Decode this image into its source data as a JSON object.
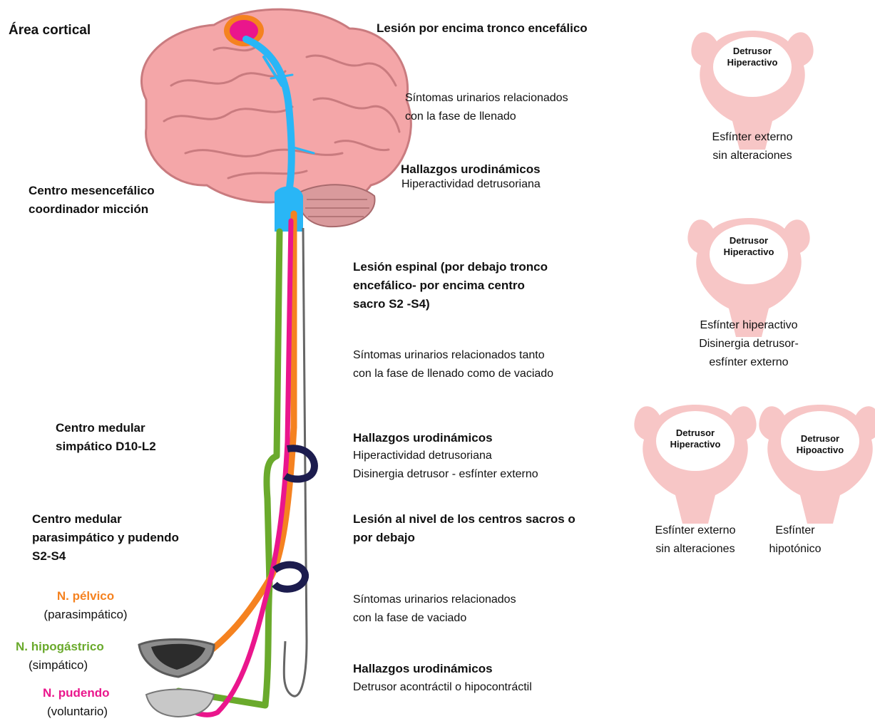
{
  "left_labels": {
    "cortical_area": "Área cortical",
    "midbrain_center": "Centro mesencefálico\ncoordinador micción",
    "sympathetic_center": "Centro medular\nsimpático D10-L2",
    "parasympathetic_center": "Centro medular\nparasimpático y pudendo\nS2-S4"
  },
  "nerves": {
    "pelvic": {
      "name": "N. pélvico",
      "type": "(parasimpático)",
      "color": "#f58220"
    },
    "hypogastric": {
      "name": "N. hipogástrico",
      "type": "(simpático)",
      "color": "#6aaa2c"
    },
    "pudendal": {
      "name": "N. pudendo",
      "type": "(voluntario)",
      "color": "#ea168c"
    }
  },
  "pathway_color": "#29b6f6",
  "brain_color": "#f4a6a8",
  "bladder_color": "#f7c6c6",
  "section1": {
    "lesion": "Lesión por encima tronco encefálico",
    "symptoms": "Síntomas urinarios relacionados\n con la fase de llenado",
    "findings_title": "Hallazgos urodinámicos",
    "findings": "Hiperactividad detrusoriana"
  },
  "section2": {
    "lesion": "Lesión espinal (por debajo tronco\nencefálico- por encima centro\nsacro S2 -S4)",
    "symptoms": "Síntomas urinarios relacionados tanto\ncon la fase de llenado como de vaciado",
    "findings_title": "Hallazgos urodinámicos",
    "findings": "Hiperactividad detrusoriana\nDisinergia detrusor - esfínter externo"
  },
  "section3": {
    "lesion": "Lesión al nivel de los centros sacros o\npor debajo",
    "symptoms": "Síntomas urinarios relacionados\ncon la fase de vaciado",
    "findings_title": "Hallazgos urodinámicos",
    "findings": "Detrusor acontráctil o hipocontráctil"
  },
  "bladders": {
    "b1_label": "Detrusor\nHiperactivo",
    "b1_caption": "Esfínter externo\nsin alteraciones",
    "b2_label": "Detrusor\nHiperactivo",
    "b2_caption": "Esfínter hiperactivo\nDisinergia detrusor-\nesfínter externo",
    "b3_label": "Detrusor\nHiperactivo",
    "b3_caption": "Esfínter externo\nsin alteraciones",
    "b4_label": "Detrusor\nHipoactivo",
    "b4_caption": "Esfínter\nhipotónico"
  }
}
